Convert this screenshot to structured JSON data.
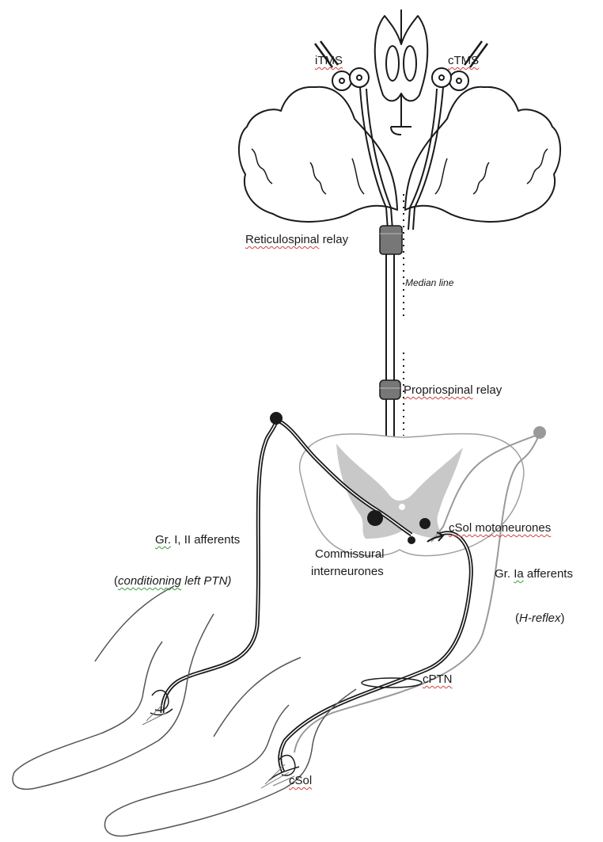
{
  "labels": {
    "itms": "iTMS",
    "ctms": "cTMS",
    "reticulospinal_word": "Reticulospinal",
    "relay": "relay",
    "median_line": "Median line",
    "propriospinal_word": "Propriospinal",
    "commissural": "Commissural",
    "interneurones": "interneurones",
    "csol_motoneurones": "cSol motoneurones",
    "gr_prefix": "Gr.",
    "gr_i_ii_rest": "I, II afferents",
    "conditioning_open": "(",
    "conditioning_word": "conditioning",
    "conditioning_rest": "left PTN)",
    "gr_ia_prefix": "Gr.",
    "ia_word": "Ia",
    "ia_rest": "afferents",
    "h_reflex_italic": "H-reflex",
    "cptn": "cPTN",
    "csol": "cSol"
  },
  "colors": {
    "ink": "#1a1a1a",
    "grey_matter": "#c8c8c8",
    "relay_fill": "#777777",
    "ia_pathway": "#9a9a9a",
    "cord_outline": "#a0a0a0"
  }
}
